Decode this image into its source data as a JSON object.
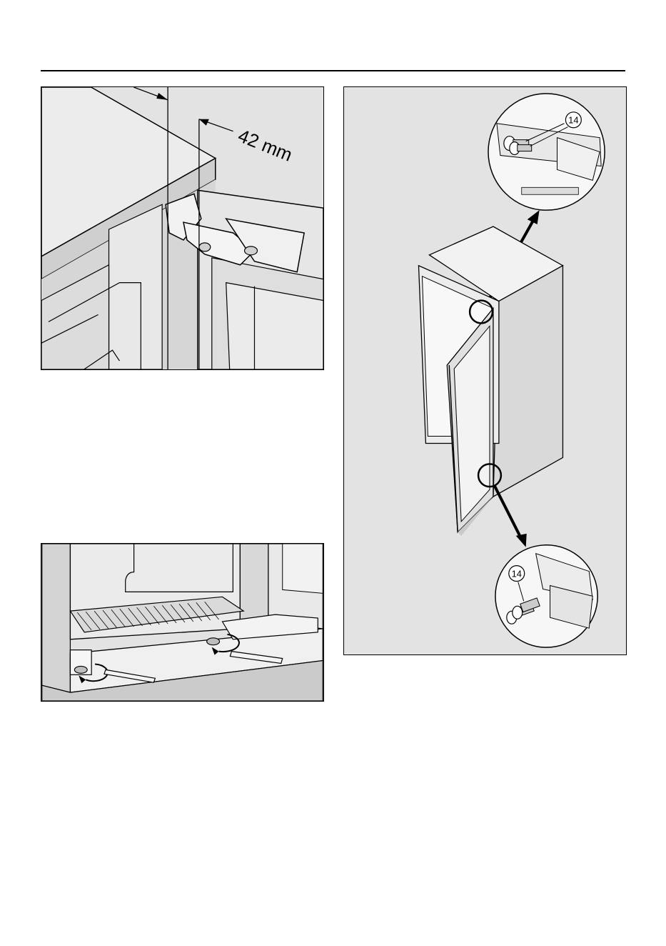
{
  "figures": {
    "hinge_clearance": {
      "dimension_label": "42 mm"
    },
    "door_mounting": {
      "top_callout": "14",
      "bottom_callout": "14"
    }
  }
}
